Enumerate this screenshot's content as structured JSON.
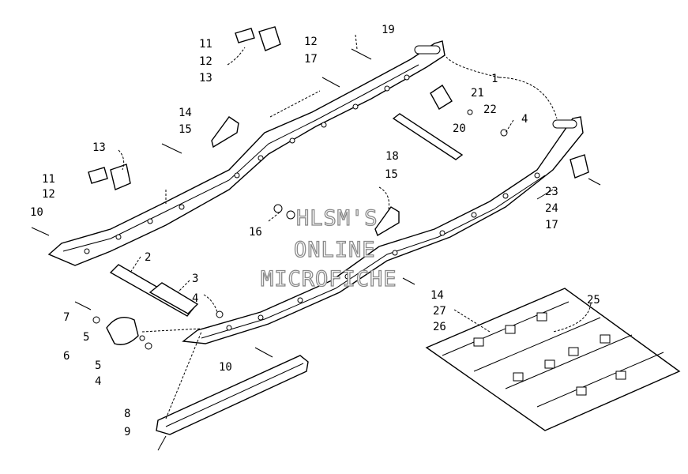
{
  "watermark": {
    "line1": "HLSM'S",
    "line2": "ONLINE",
    "line3": "MICROFICHE"
  },
  "callouts": {
    "c1": "1",
    "c2": "2",
    "c3": "3",
    "c4a": "4",
    "c4b": "4",
    "c4c": "4",
    "c5a": "5",
    "c5b": "5",
    "c6": "6",
    "c7": "7",
    "c8": "8",
    "c9": "9",
    "c10a": "10",
    "c10b": "10",
    "c11a": "11",
    "c11b": "11",
    "c12a": "12",
    "c12b": "12",
    "c12c": "12",
    "c13a": "13",
    "c13b": "13",
    "c14a": "14",
    "c14b": "14",
    "c15a": "15",
    "c15b": "15",
    "c16": "16",
    "c17a": "17",
    "c17b": "17",
    "c18": "18",
    "c19": "19",
    "c20": "20",
    "c21": "21",
    "c22": "22",
    "c23": "23",
    "c24": "24",
    "c25": "25",
    "c26": "26",
    "c27": "27"
  }
}
